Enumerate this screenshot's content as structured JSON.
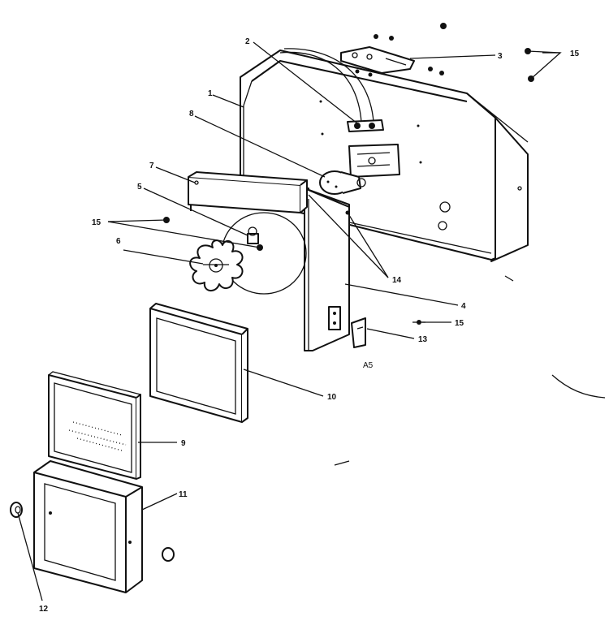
{
  "callouts": {
    "c1": "1",
    "c2": "2",
    "c3": "3",
    "c4": "4",
    "c5": "5",
    "c6": "6",
    "c7": "7",
    "c8": "8",
    "c9": "9",
    "c10": "10",
    "c11": "11",
    "c12": "12",
    "c13": "13",
    "c14": "14",
    "c15a": "15",
    "c15b": "15",
    "c15c": "15"
  },
  "annotations": {
    "model_mark": "A5"
  },
  "colors": {
    "ink": "#111111",
    "paper": "#ffffff"
  }
}
